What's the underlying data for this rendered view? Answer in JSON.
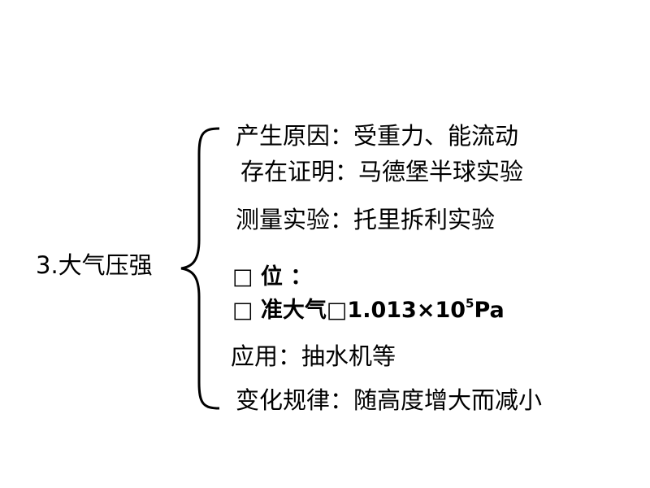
{
  "topic": "3.大气压强",
  "items": [
    "产生原因：受重力、能流动",
    "存在证明：马德堡半球实验",
    "测量实验：托里拆利实验",
    "□ 位 ：",
    "应用：抽水机等",
    "变化规律：随高度增大而减小"
  ],
  "standard": {
    "prefix": "□ 准大气□",
    "mantissa": "1.013×10",
    "exponent": "5",
    "unit": "Pa"
  }
}
